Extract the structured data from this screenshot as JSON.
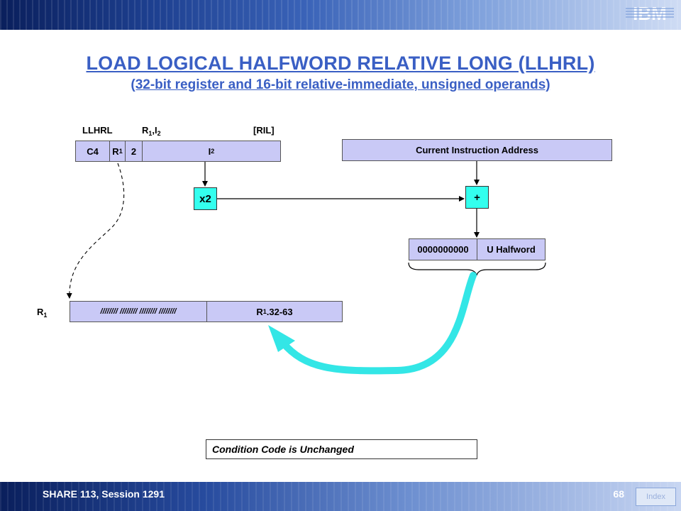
{
  "header": {
    "logo_text": "IBM"
  },
  "title": "LOAD LOGICAL HALFWORD RELATIVE LONG (LLHRL)",
  "subtitle": "(32-bit register and 16-bit relative-immediate, unsigned operands)",
  "instruction_format": {
    "mnemonic": "LLHRL",
    "operands": {
      "r": "R",
      "r_sub": "1",
      "sep": ",",
      "i": "I",
      "i_sub": "2"
    },
    "format": "[RIL]",
    "fields": {
      "opcode": "C4",
      "r": "R",
      "r_sub": "1",
      "ext": "2",
      "i": "I",
      "i_sub": "2"
    }
  },
  "current_address": "Current Instruction Address",
  "times_two": "x2",
  "plus": "+",
  "result_box": {
    "zeros": "0000000000",
    "halfword": "U Halfword"
  },
  "register": {
    "label": "R",
    "label_sub": "1",
    "unchanged": "//////// //////// //////// ////////",
    "target": "R",
    "target_sub": "1",
    "target_suffix": ".32-63"
  },
  "condition_code": "Condition Code is Unchanged",
  "footer": {
    "session": "SHARE 113, Session 1291",
    "page": "68",
    "index": "Index"
  },
  "colors": {
    "title": "#3a5fc4",
    "box": "#c9c9f6",
    "operator": "#33ffee",
    "arrow": "#33e6e6"
  }
}
